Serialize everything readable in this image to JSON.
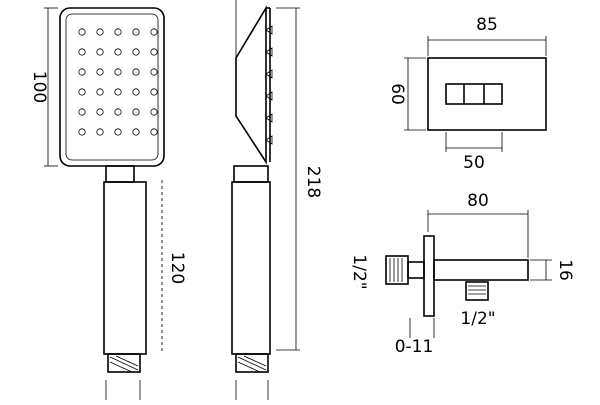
{
  "title": "Square hand shower technical drawing",
  "dimensions": {
    "head_height": "100",
    "handle_length": "120",
    "total_length": "218",
    "bracket_plate_width": "85",
    "bracket_plate_height": "60",
    "bracket_button_width": "50",
    "bracket_projection": "80",
    "bracket_arm_height": "16",
    "inlet_thread": "1/2\"",
    "outlet_thread": "1/2\"",
    "wall_range": "0-11"
  }
}
